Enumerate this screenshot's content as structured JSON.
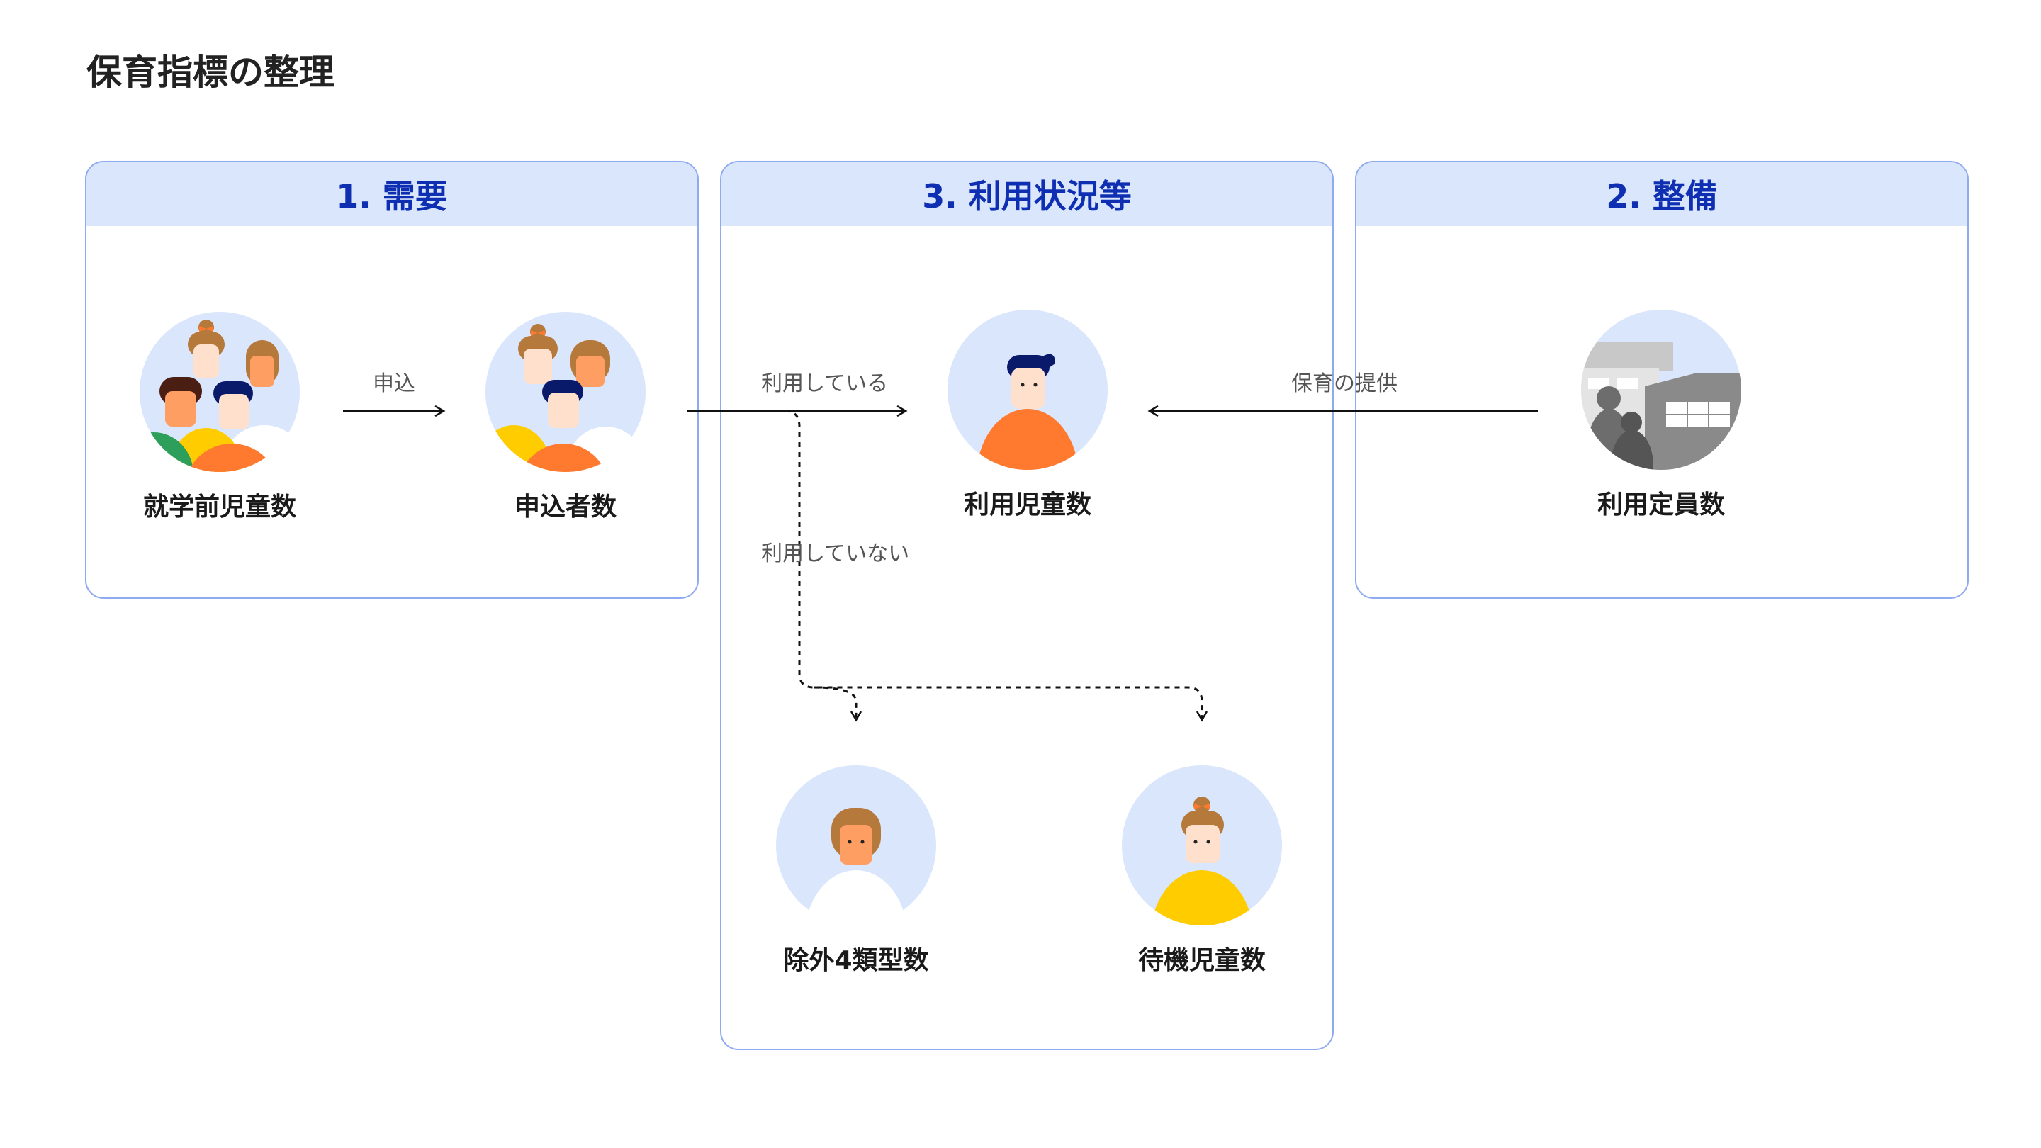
{
  "title": "保育指標の整理",
  "sections": {
    "demand": {
      "label": "1. 需要"
    },
    "usage": {
      "label": "3. 利用状況等"
    },
    "supply": {
      "label": "2. 整備"
    }
  },
  "nodes": {
    "preschool": {
      "label": "就学前児童数"
    },
    "applicants": {
      "label": "申込者数"
    },
    "users": {
      "label": "利用児童数"
    },
    "capacity": {
      "label": "利用定員数"
    },
    "excluded": {
      "label": "除外4類型数"
    },
    "waiting": {
      "label": "待機児童数"
    }
  },
  "edges": {
    "apply": "申込",
    "using": "利用している",
    "not_using": "利用していない",
    "provide": "保育の提供"
  },
  "colors": {
    "section_header_bg": "#dae6fc",
    "section_header_text": "#0f2fb3",
    "panel_border": "#8eaaf0",
    "avatar_bg": "#dae6fc",
    "orange": "#ff7a2e",
    "yellow": "#ffcc00",
    "green": "#2e9e5b",
    "navy": "#0a1a6b",
    "brown": "#b5793b",
    "gray": "#8a8a8a"
  }
}
